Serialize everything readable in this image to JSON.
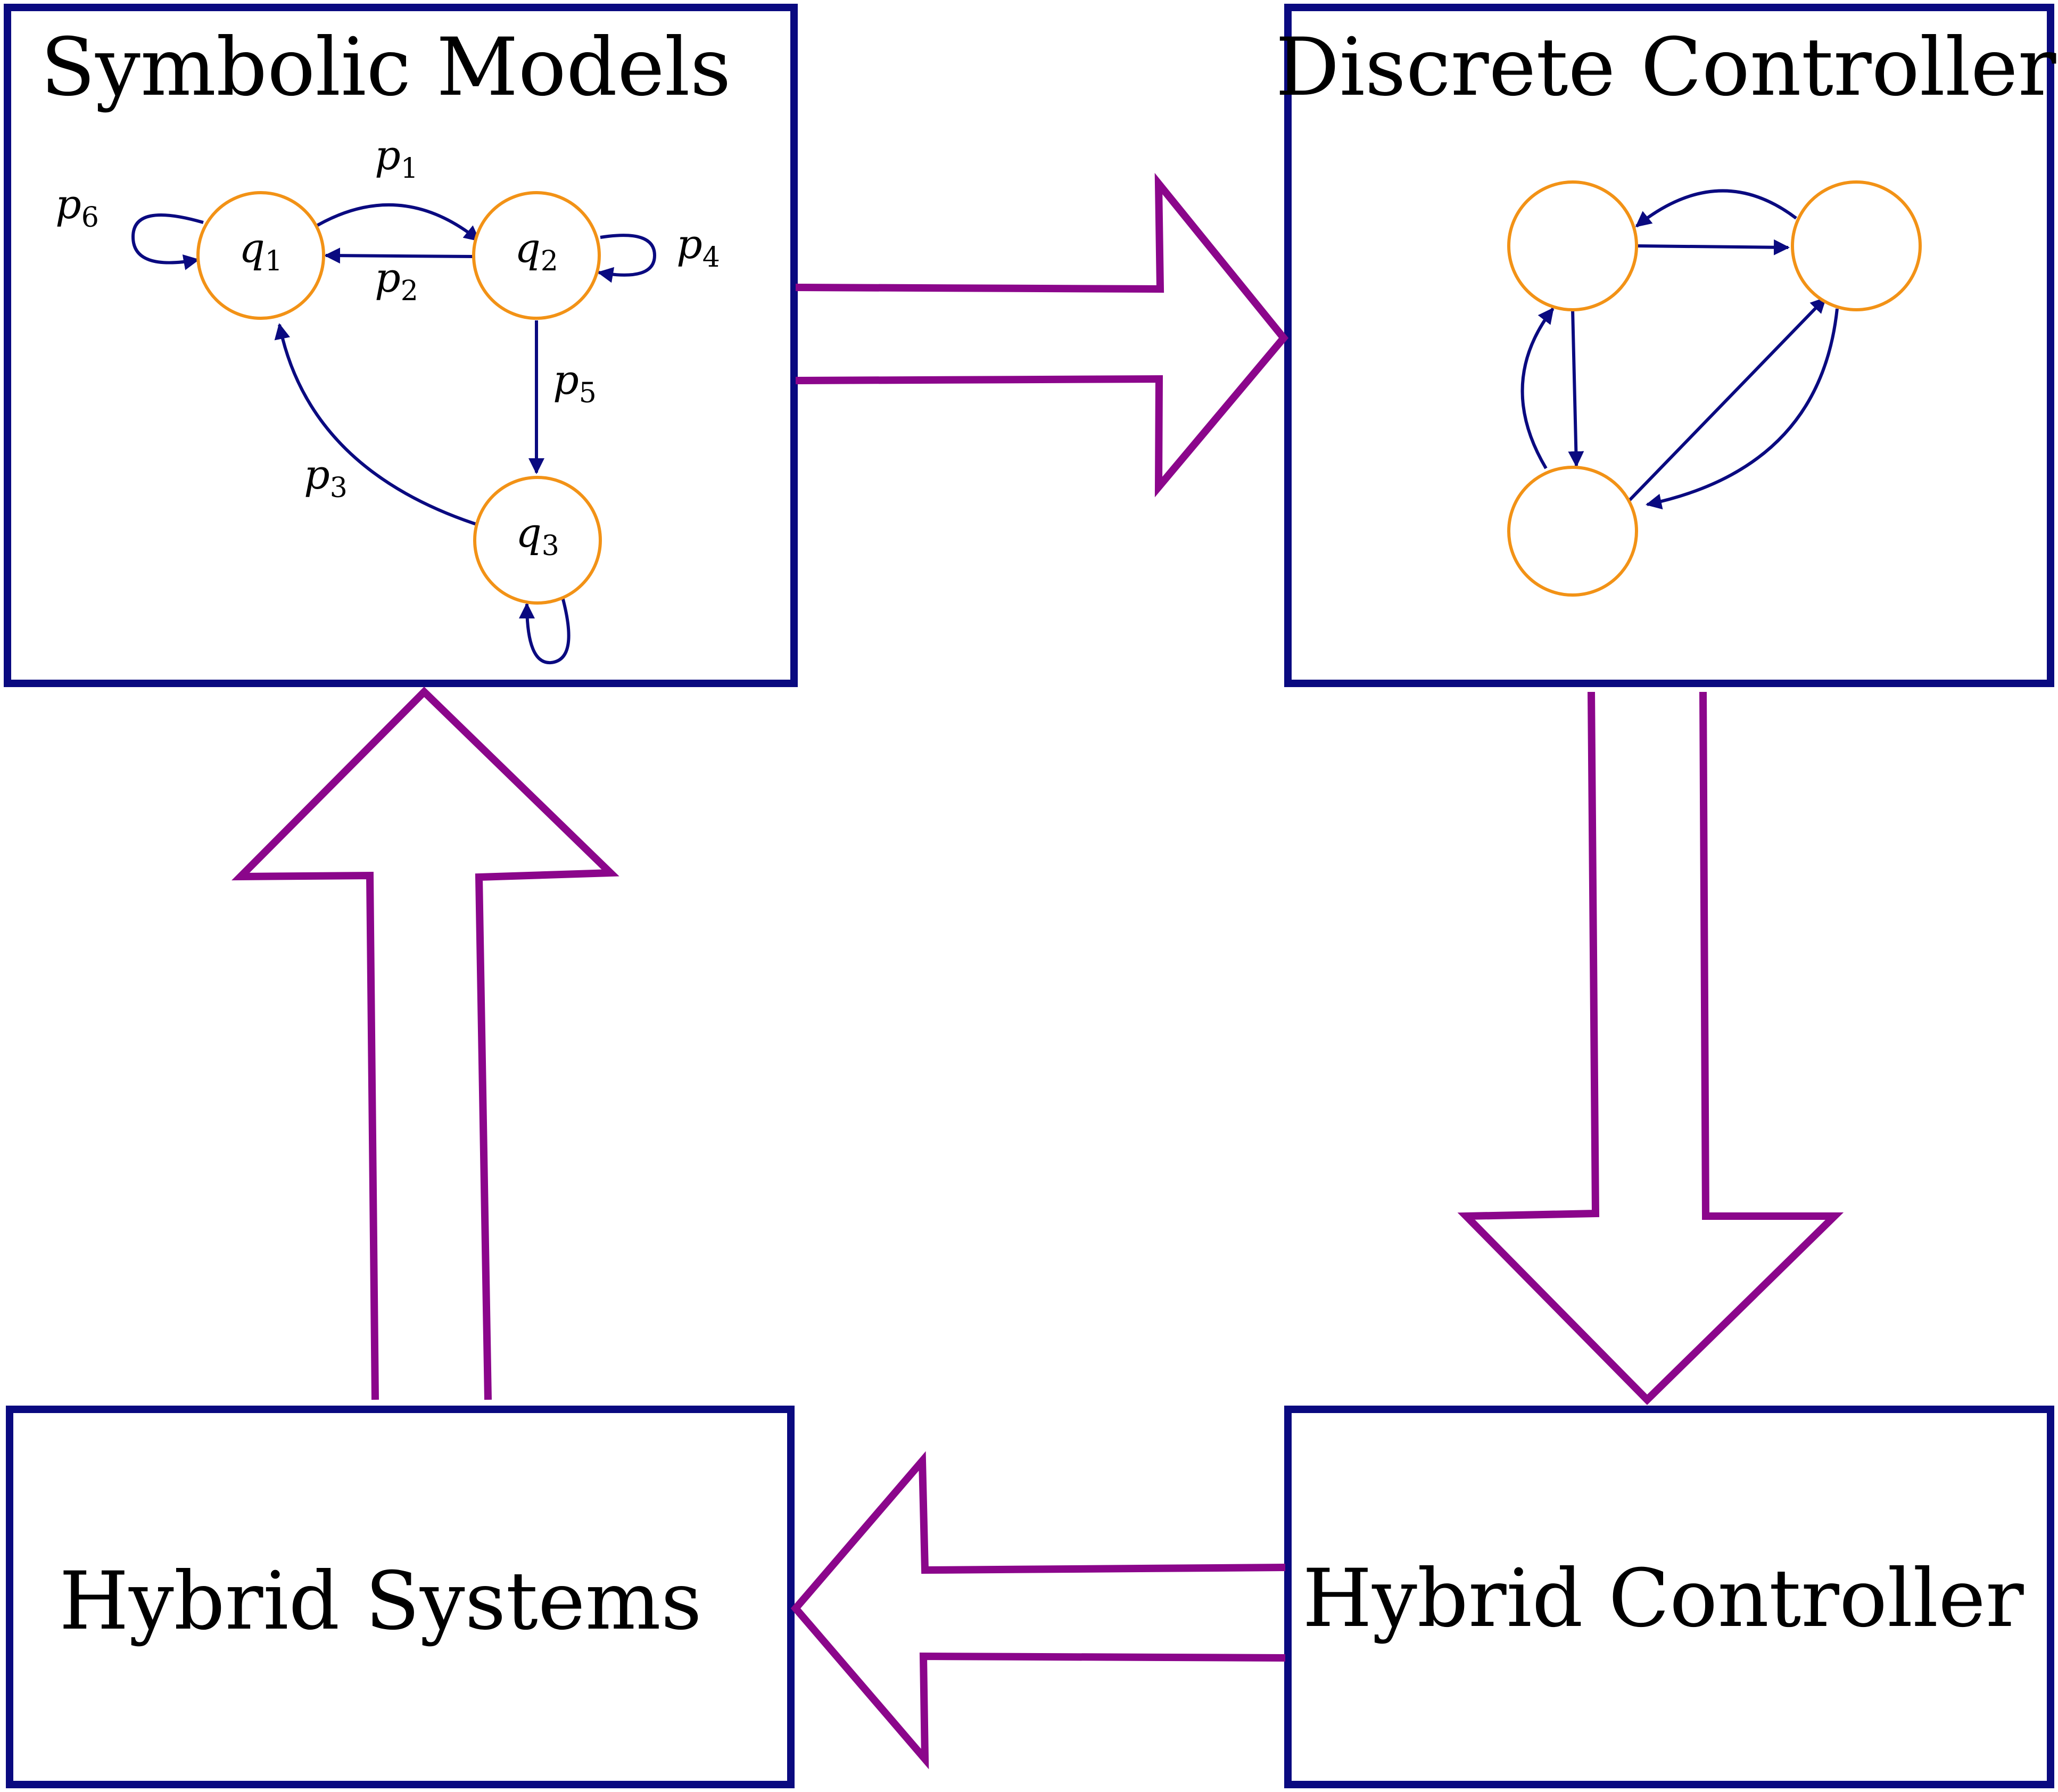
{
  "colors": {
    "box_border": "#0a0a80",
    "flow_arrow": "#8b068b",
    "node_border": "#f29216",
    "edge": "#0a0a80",
    "text": "#000000"
  },
  "boxes": {
    "symbolic_models": {
      "title": "Symbolic Models"
    },
    "discrete_controller": {
      "title": "Discrete Controller"
    },
    "hybrid_systems": {
      "title": "Hybrid Systems"
    },
    "hybrid_controller": {
      "title": "Hybrid Controller"
    }
  },
  "automaton": {
    "states": [
      {
        "id": "q1",
        "base": "q",
        "sub": "1"
      },
      {
        "id": "q2",
        "base": "q",
        "sub": "2"
      },
      {
        "id": "q3",
        "base": "q",
        "sub": "3"
      }
    ],
    "transitions": [
      {
        "from": "q1",
        "to": "q2",
        "label": {
          "base": "p",
          "sub": "1"
        }
      },
      {
        "from": "q2",
        "to": "q1",
        "label": {
          "base": "p",
          "sub": "2"
        }
      },
      {
        "from": "q3",
        "to": "q1",
        "label": {
          "base": "p",
          "sub": "3"
        }
      },
      {
        "from": "q2",
        "to": "q2",
        "label": {
          "base": "p",
          "sub": "4"
        }
      },
      {
        "from": "q2",
        "to": "q3",
        "label": {
          "base": "p",
          "sub": "5"
        }
      },
      {
        "from": "q1",
        "to": "q1",
        "label": {
          "base": "p",
          "sub": "6"
        }
      },
      {
        "from": "q3",
        "to": "q3",
        "label": null
      }
    ]
  },
  "controller_graph": {
    "states": 3,
    "edges": [
      {
        "from": "top-left",
        "to": "top-right"
      },
      {
        "from": "top-right",
        "to": "top-left"
      },
      {
        "from": "top-left",
        "to": "bottom"
      },
      {
        "from": "bottom",
        "to": "top-left"
      },
      {
        "from": "bottom",
        "to": "top-right"
      },
      {
        "from": "top-right",
        "to": "bottom"
      }
    ]
  },
  "flows": [
    {
      "from": "symbolic_models",
      "to": "discrete_controller"
    },
    {
      "from": "discrete_controller",
      "to": "hybrid_controller"
    },
    {
      "from": "hybrid_controller",
      "to": "hybrid_systems"
    },
    {
      "from": "hybrid_systems",
      "to": "symbolic_models"
    }
  ]
}
